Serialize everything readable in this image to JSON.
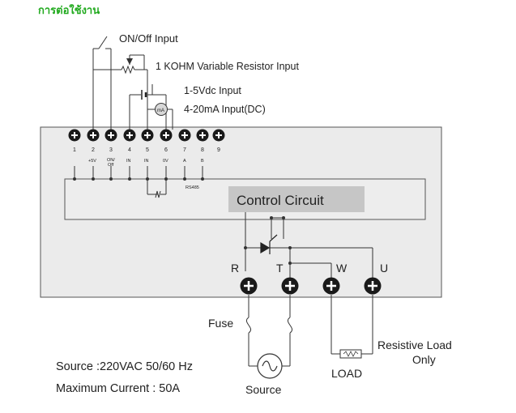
{
  "heading": "การต่อใช้งาน",
  "inputs": {
    "onoff": "ON/Off Input",
    "resistor": "1 KOHM Variable Resistor Input",
    "vdc": "1-5Vdc Input",
    "ma": "4-20mA Input(DC)",
    "meter_symbol": "mA"
  },
  "terminals": {
    "numbers": [
      "1",
      "2",
      "3",
      "4",
      "5",
      "6",
      "7",
      "8",
      "9"
    ],
    "t2": "+5V",
    "t3_line1": "ON/",
    "t3_line2": "Off",
    "t4": "IN",
    "t5": "IN",
    "t6": "0V",
    "t7": "A",
    "t8": "B",
    "bus": "RS485"
  },
  "control_circuit": "Control Circuit",
  "power_terminals": {
    "r": "R",
    "t": "T",
    "w": "W",
    "u": "U"
  },
  "fuse": "Fuse",
  "source_label": "Source",
  "load_label": "LOAD",
  "resistive_line1": "Resistive Load",
  "resistive_line2": "Only",
  "spec_source": "Source :220VAC 50/60 Hz",
  "spec_current": "Maximum Current : 50A",
  "colors": {
    "heading": "#22aa1f",
    "panel": "#ebebeb",
    "control_box": "#c6c6c6",
    "terminal": "#1a1a1a"
  }
}
